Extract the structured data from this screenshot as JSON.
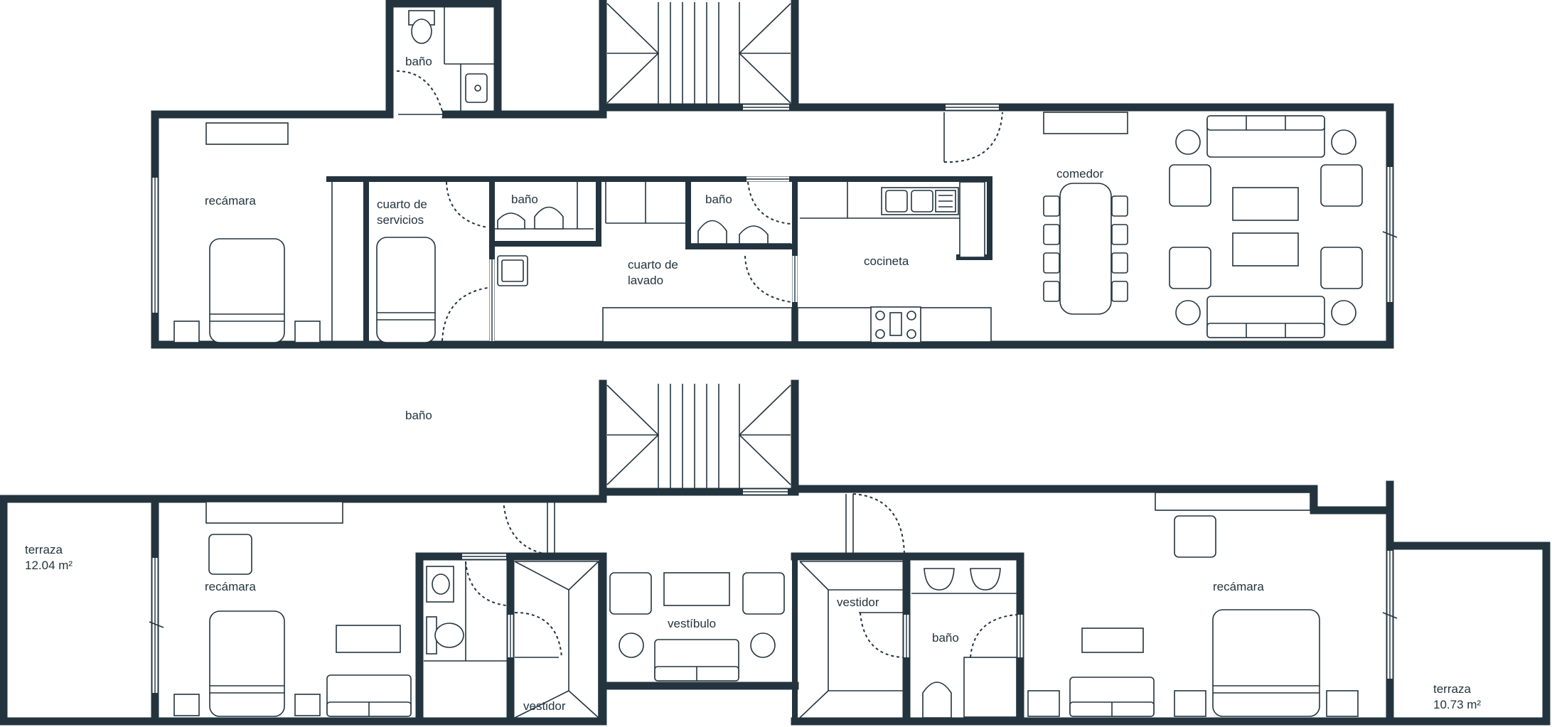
{
  "colors": {
    "wall": "#23343f",
    "background": "#ffffff"
  },
  "upper_floor": {
    "labels": {
      "bano_top": "baño",
      "recamara": "recámara",
      "cuarto_servicios_1": "cuarto de",
      "cuarto_servicios_2": "servicios",
      "bano_a": "baño",
      "bano_b": "baño",
      "cuarto_lavado_1": "cuarto de",
      "cuarto_lavado_2": "lavado",
      "cocineta": "cocineta",
      "comedor": "comedor"
    }
  },
  "lower_floor": {
    "labels": {
      "bano_floating": "baño",
      "terraza_left_1": "terraza",
      "terraza_left_2": "12.04  m²",
      "recamara_left": "recámara",
      "vestidor_left": "vestidor",
      "vestibulo": "vestíbulo",
      "vestidor_right": "vestidor",
      "bano_right": "baño",
      "recamara_right": "recámara",
      "terraza_right_1": "terraza",
      "terraza_right_2": "10.73  m²"
    }
  }
}
